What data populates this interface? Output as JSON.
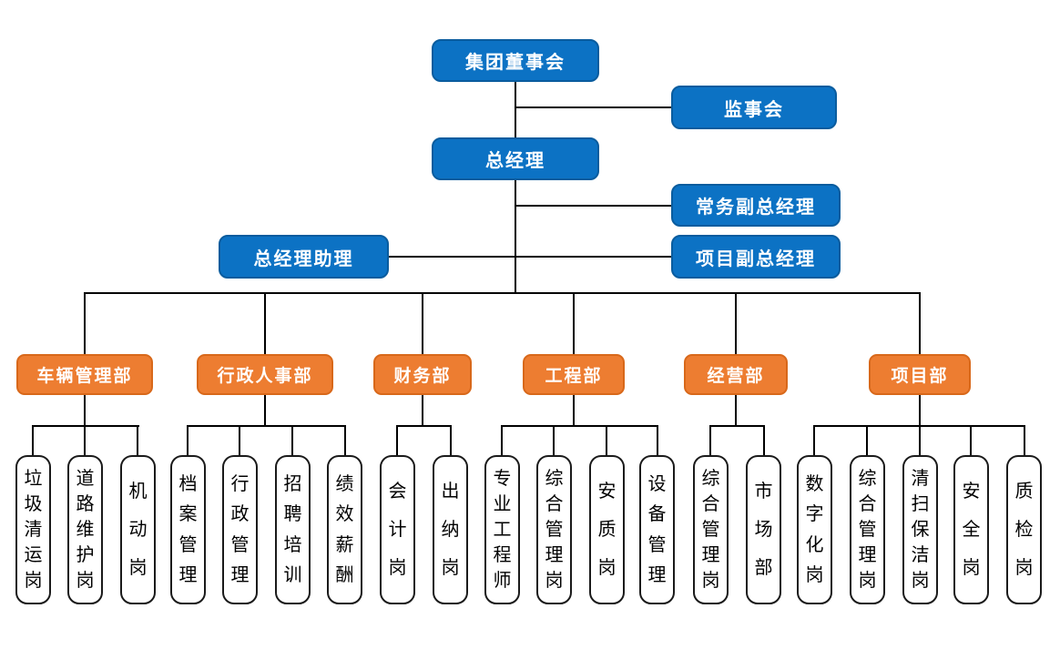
{
  "org": {
    "board": "集团董事会",
    "supervisory_board": "监事会",
    "general_manager": "总经理",
    "executive_deputy_gm": "常务副总经理",
    "gm_assistant": "总经理助理",
    "project_deputy_gm": "项目副总经理",
    "departments": [
      {
        "label": "车辆管理部",
        "children": [
          "垃圾清运岗",
          "道路维护岗",
          "机动岗"
        ]
      },
      {
        "label": "行政人事部",
        "children": [
          "档案管理",
          "行政管理",
          "招聘培训",
          "绩效薪酬"
        ]
      },
      {
        "label": "财务部",
        "children": [
          "会计岗",
          "出纳岗"
        ]
      },
      {
        "label": "工程部",
        "children": [
          "专业工程师",
          "综合管理岗",
          "安质岗",
          "设备管理"
        ]
      },
      {
        "label": "经营部",
        "children": [
          "综合管理岗",
          "市场部"
        ]
      },
      {
        "label": "项目部",
        "children": [
          "数字化岗",
          "综合管理岗",
          "清扫保洁岗",
          "安全岗",
          "质检岗"
        ]
      }
    ],
    "colors": {
      "executive_blue": "#0C72C4",
      "department_orange": "#ED7D31",
      "connector_black": "#000000"
    }
  }
}
